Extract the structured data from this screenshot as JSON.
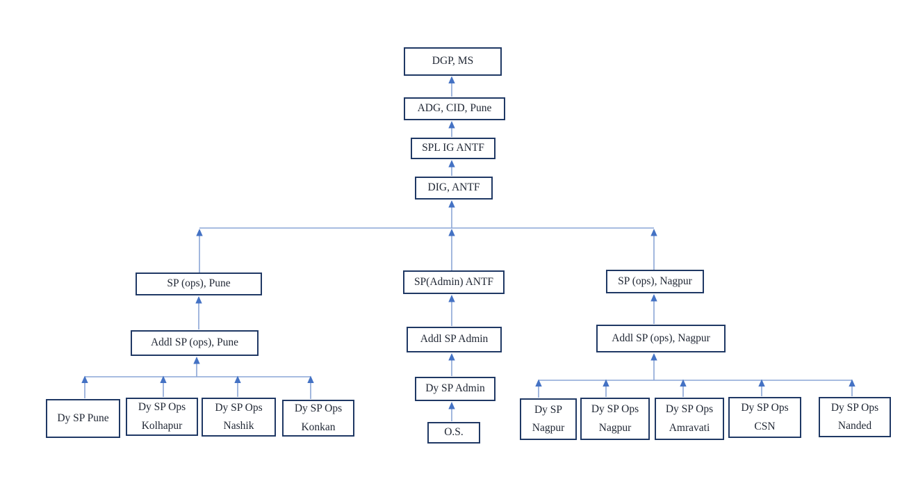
{
  "nodes": {
    "dgp": {
      "label": "DGP, MS"
    },
    "adg": {
      "label": "ADG, CID, Pune"
    },
    "spl_ig": {
      "label": "SPL IG ANTF"
    },
    "dig": {
      "label": "DIG, ANTF"
    },
    "sp_ops_pune": {
      "label": "SP (ops), Pune"
    },
    "sp_admin": {
      "label": "SP(Admin) ANTF"
    },
    "sp_ops_nagpur": {
      "label": "SP (ops), Nagpur"
    },
    "addl_sp_ops_pune": {
      "label": "Addl SP (ops), Pune"
    },
    "addl_sp_admin": {
      "label": "Addl SP Admin"
    },
    "addl_sp_ops_nagpur": {
      "label": "Addl SP (ops), Nagpur"
    },
    "dy_sp_admin": {
      "label": "Dy SP Admin"
    },
    "os": {
      "label": "O.S."
    },
    "dy_sp_pune": {
      "label": "Dy SP Pune"
    },
    "dy_sp_ops_kolhapur": {
      "label": "Dy SP Ops Kolhapur"
    },
    "dy_sp_ops_nashik": {
      "label": "Dy SP Ops Nashik"
    },
    "dy_sp_ops_konkan": {
      "label": "Dy SP Ops Konkan"
    },
    "dy_sp_nagpur": {
      "label": "Dy SP Nagpur"
    },
    "dy_sp_ops_nagpur": {
      "label": "Dy SP Ops Nagpur"
    },
    "dy_sp_ops_amravati": {
      "label": "Dy SP Ops Amravati"
    },
    "dy_sp_ops_csn": {
      "label": "Dy SP Ops CSN"
    },
    "dy_sp_ops_nanded": {
      "label": "Dy SP Ops Nanded"
    }
  },
  "colors": {
    "box_border": "#1f3864",
    "connector_line": "#8aa5d6",
    "arrowhead": "#4472c4",
    "text": "#1f2633",
    "background": "#ffffff"
  }
}
